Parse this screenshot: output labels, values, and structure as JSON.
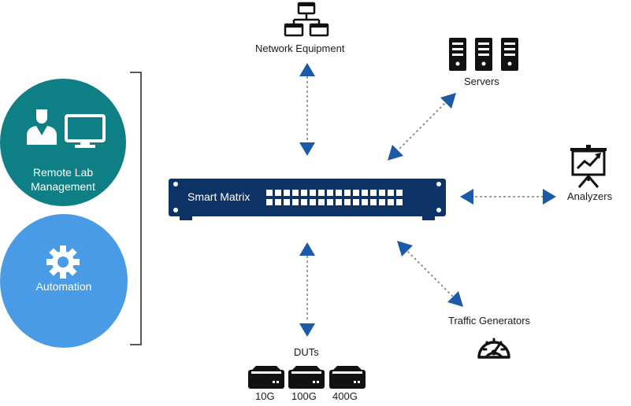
{
  "colors": {
    "teal": "#0f7f86",
    "sky": "#4a9be6",
    "navy": "#0d3266",
    "arrow": "#1a5aa6",
    "dots": "#8c8c8c"
  },
  "left": {
    "remote_lab": {
      "line1": "Remote Lab",
      "line2": "Management",
      "icons": [
        "user-icon",
        "monitor-icon"
      ]
    },
    "automation": {
      "label": "Automation",
      "icon": "gear-icon"
    }
  },
  "center": {
    "device_label": "Smart Matrix"
  },
  "nodes": {
    "network_equipment": {
      "label": "Network Equipment",
      "icon": "network-hierarchy-icon"
    },
    "servers": {
      "label": "Servers",
      "icon": "server-rack-icon"
    },
    "analyzers": {
      "label": "Analyzers",
      "icon": "chart-board-icon"
    },
    "traffic_generators": {
      "label": "Traffic Generators",
      "icon": "speedometer-icon"
    },
    "duts": {
      "label": "DUTs",
      "speeds": [
        "10G",
        "100G",
        "400G"
      ],
      "icon": "switch-box-icon"
    }
  }
}
